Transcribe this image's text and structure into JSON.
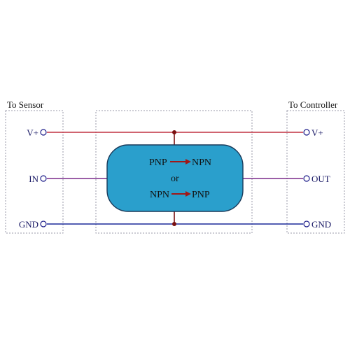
{
  "left_panel": {
    "title": "To Sensor",
    "terminals": {
      "vplus": "V+",
      "in": "IN",
      "gnd": "GND"
    }
  },
  "right_panel": {
    "title": "To Controller",
    "terminals": {
      "vplus": "V+",
      "out": "OUT",
      "gnd": "GND"
    }
  },
  "converter": {
    "line1_left": "PNP",
    "line1_right": "NPN",
    "middle": "or",
    "line2_left": "NPN",
    "line2_right": "PNP"
  },
  "colors": {
    "power_line": "#c03040",
    "signal_line": "#7a2a8a",
    "ground_line": "#1a2a9a",
    "converter_fill": "#2a9fcc",
    "converter_stroke": "#1a3a5a",
    "arrow": "#a01818",
    "junction": "#7a1010",
    "dashed_border": "#9a9aaa",
    "terminal": "#1a1a88"
  }
}
